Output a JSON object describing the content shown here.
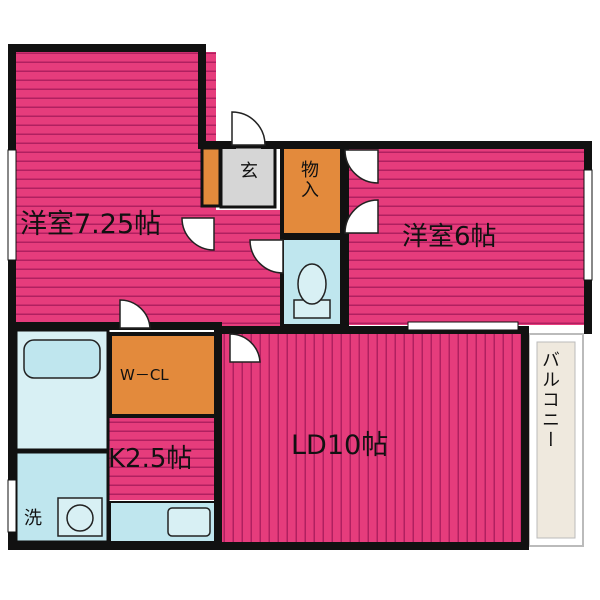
{
  "rooms": {
    "western_a": "洋室7.25帖",
    "western_b": "洋室6帖",
    "ld": "LD10帖",
    "kitchen": "K2.5帖",
    "walkin_closet": "W－CL",
    "storage": "物入",
    "entrance": "玄",
    "balcony": "バルコニー",
    "washroom": "洗"
  },
  "colors": {
    "room_pink": "#e63c7c",
    "room_stripe": "#b02060",
    "storage_orange": "#e38a3c",
    "wet_area_blue": "#bfe6ee",
    "wet_area_light": "#d8f0f4",
    "entrance_gray": "#d6d6d6",
    "wall_black": "#111111",
    "balcony_beige": "#efe9de"
  }
}
